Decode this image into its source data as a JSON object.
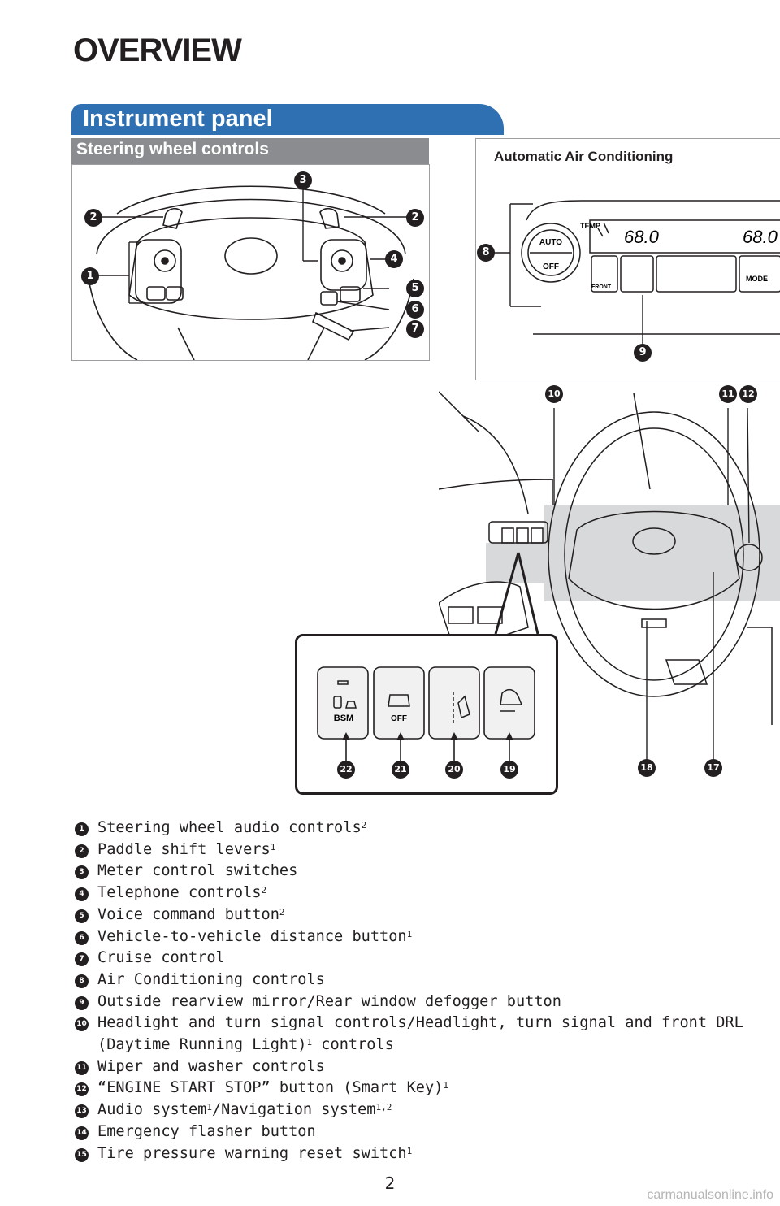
{
  "page": {
    "title": "OVERVIEW",
    "section": "Instrument panel",
    "subsection": "Steering wheel controls",
    "ac_label": "Automatic Air Conditioning",
    "page_number": "2",
    "watermark": "carmanualsonline.info"
  },
  "ac_panel": {
    "auto": "AUTO",
    "off": "OFF",
    "temp": "TEMP",
    "temp_left": "68.0",
    "temp_right": "68.0",
    "front": "FRONT",
    "mode": "MODE"
  },
  "switch_panel": {
    "bsm": "BSM",
    "off": "OFF"
  },
  "callouts": {
    "c1": "1",
    "c2a": "2",
    "c2b": "2",
    "c3": "3",
    "c4": "4",
    "c5": "5",
    "c6": "6",
    "c7": "7",
    "c8": "8",
    "c9": "9",
    "c10": "10",
    "c11": "11",
    "c12": "12",
    "c17": "17",
    "c18": "18",
    "c19": "19",
    "c20": "20",
    "c21": "21",
    "c22": "22"
  },
  "legend": [
    {
      "num": "1",
      "text": "Steering wheel audio controls",
      "sup": "2"
    },
    {
      "num": "2",
      "text": "Paddle shift levers",
      "sup": "1"
    },
    {
      "num": "3",
      "text": "Meter control switches",
      "sup": ""
    },
    {
      "num": "4",
      "text": "Telephone controls",
      "sup": "2"
    },
    {
      "num": "5",
      "text": "Voice command button",
      "sup": "2"
    },
    {
      "num": "6",
      "text": "Vehicle-to-vehicle distance button",
      "sup": "1"
    },
    {
      "num": "7",
      "text": "Cruise control",
      "sup": ""
    },
    {
      "num": "8",
      "text": "Air Conditioning controls",
      "sup": ""
    },
    {
      "num": "9",
      "text": "Outside rearview mirror/Rear window defogger button",
      "sup": ""
    },
    {
      "num": "10",
      "text": "Headlight and turn signal controls/Headlight, turn signal and front DRL",
      "sup": "",
      "cont_a": "(Daytime Running Light)",
      "cont_sup": "1",
      "cont_b": " controls"
    },
    {
      "num": "11",
      "text": "Wiper and washer controls",
      "sup": ""
    },
    {
      "num": "12",
      "text": "“ENGINE START STOP” button (Smart Key)",
      "sup": "1"
    },
    {
      "num": "13",
      "text": "Audio system",
      "sup": "1",
      "text2": "/Navigation system",
      "sup2": "1,2"
    },
    {
      "num": "14",
      "text": "Emergency flasher button",
      "sup": ""
    },
    {
      "num": "15",
      "text": "Tire pressure warning reset switch",
      "sup": "1"
    }
  ]
}
